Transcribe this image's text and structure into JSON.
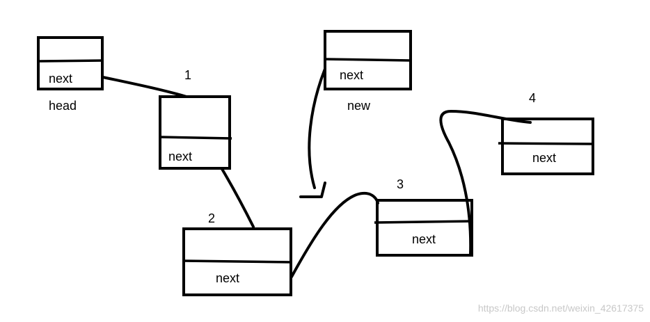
{
  "nodes": {
    "head": {
      "next_label": "next",
      "caption": "head"
    },
    "n1": {
      "next_label": "next",
      "number": "1"
    },
    "n2": {
      "next_label": "next",
      "number": "2"
    },
    "n3": {
      "next_label": "next",
      "number": "3"
    },
    "n4": {
      "next_label": "next",
      "number": "4"
    },
    "new": {
      "next_label": "next",
      "caption": "new"
    }
  },
  "watermark": "https://blog.csdn.net/weixin_42617375",
  "colors": {
    "ink": "#000000",
    "background": "#ffffff",
    "watermark": "#c8c8c8"
  }
}
